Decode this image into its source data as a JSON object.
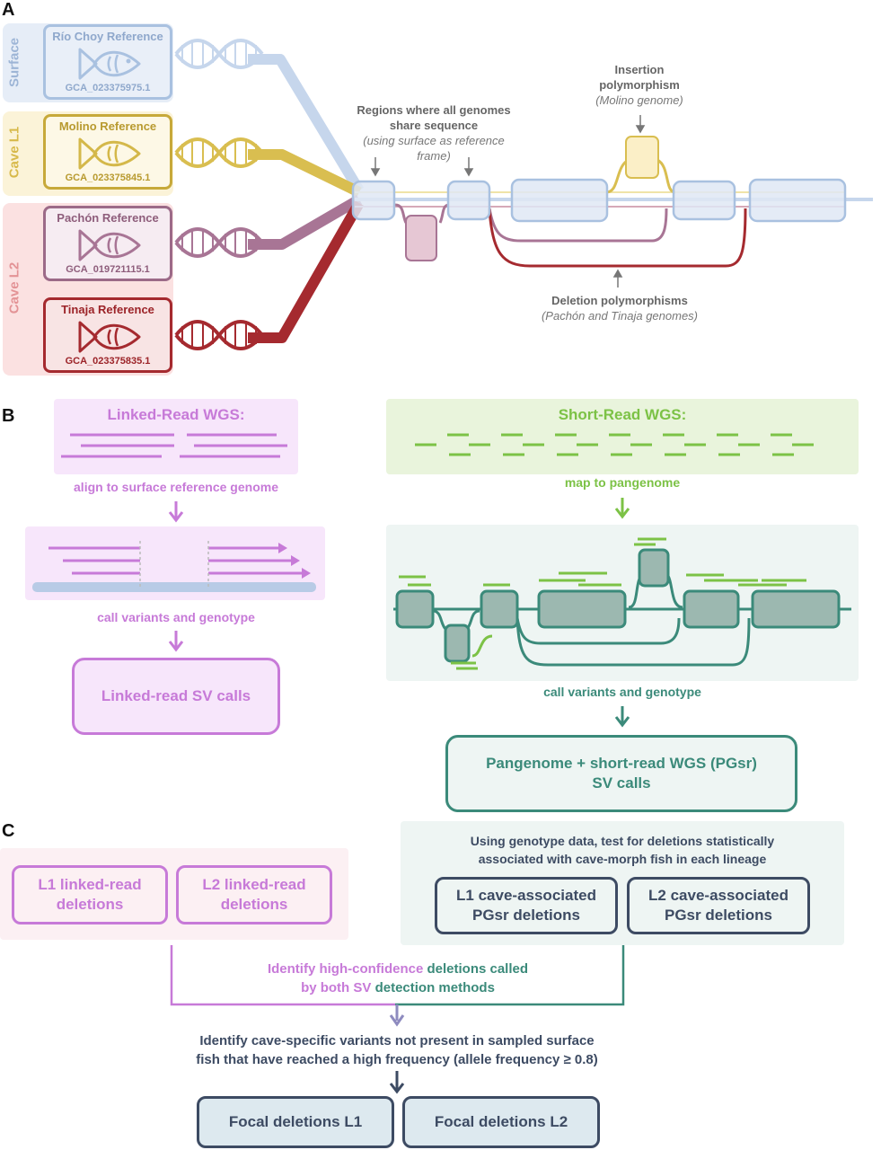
{
  "panels": {
    "a": "A",
    "b": "B",
    "c": "C"
  },
  "colors": {
    "surface": "#a9c1e0",
    "cave_l1": "#d9be50",
    "pachon": "#a87595",
    "tinaja": "#a52a2f",
    "linked": "#c77ad8",
    "short_green": "#7cc246",
    "teal": "#3b8a7a",
    "navy": "#3d4b63"
  },
  "panel_a": {
    "bands": {
      "surface": "Surface",
      "cave_l1": "Cave L1",
      "cave_l2": "Cave L2"
    },
    "references": [
      {
        "name": "Río Choy Reference",
        "accession": "GCA_023375975.1",
        "icon": "fish-icon"
      },
      {
        "name": "Molino Reference",
        "accession": "GCA_023375845.1",
        "icon": "fish-icon"
      },
      {
        "name": "Pachón Reference",
        "accession": "GCA_019721115.1",
        "icon": "fish-icon"
      },
      {
        "name": "Tinaja Reference",
        "accession": "GCA_023375835.1",
        "icon": "fish-icon"
      }
    ],
    "shared_regions_title": "Regions where all genomes share sequence",
    "shared_regions_note": "(using surface as reference frame)",
    "insertion_title": "Insertion polymorphism",
    "insertion_note": "(Molino genome)",
    "deletion_title": "Deletion polymorphisms",
    "deletion_note": "(Pachón and Tinaja genomes)"
  },
  "panel_b": {
    "linked_title": "Linked-Read WGS:",
    "linked_step1": "align to surface reference genome",
    "linked_step2": "call variants and genotype",
    "linked_result": "Linked-read SV calls",
    "short_title": "Short-Read WGS:",
    "short_step1": "map to pangenome",
    "short_step2": "call variants and genotype",
    "short_result_1": "Pangenome + short-read WGS (PGsr)",
    "short_result_2": "SV calls"
  },
  "panel_c": {
    "l1_linked_1": "L1 linked-read",
    "l1_linked_2": "deletions",
    "l2_linked_1": "L2 linked-read",
    "l2_linked_2": "deletions",
    "test_1": "Using genotype data, test for deletions statistically",
    "test_2": "associated with cave-morph fish in each lineage",
    "l1_pgsr_1": "L1 cave-associated",
    "l1_pgsr_2": "PGsr deletions",
    "l2_pgsr_1": "L2 cave-associated",
    "l2_pgsr_2": "PGsr deletions",
    "hc_1a": "Identify high-confidence",
    "hc_1b": "deletions called",
    "hc_2a": "by both SV",
    "hc_2b": "detection methods",
    "cs_1": "Identify cave-specific variants not present in sampled surface",
    "cs_2": "fish that have reached a high frequency (allele frequency ≥ 0.8)",
    "focal_l1": "Focal deletions L1",
    "focal_l2": "Focal deletions L2"
  }
}
